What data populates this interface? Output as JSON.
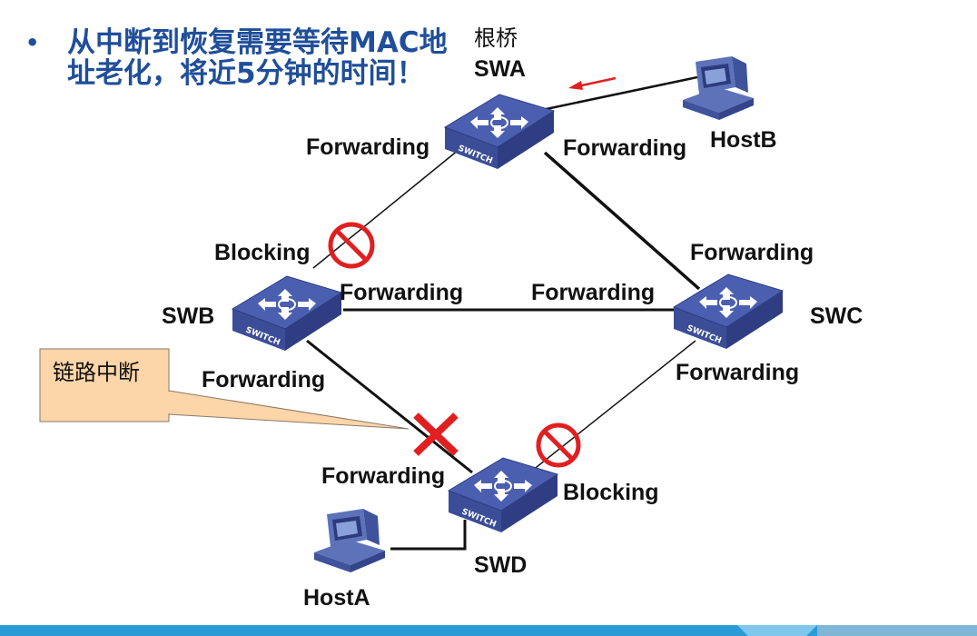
{
  "bullet": {
    "marker": "•",
    "text": "从中断到恢复需要等待MAC地址老化，将近5分钟的时间！"
  },
  "diagram": {
    "root_label": "根桥",
    "callout": "链路中断",
    "switch_label": "SWITCH",
    "switches": {
      "swa": "SWA",
      "swb": "SWB",
      "swc": "SWC",
      "swd": "SWD"
    },
    "hosts": {
      "hostb": "HostB",
      "hosta": "HostA"
    },
    "ports": {
      "swa_left": "Forwarding",
      "swa_right": "Forwarding",
      "swb_top": "Blocking",
      "swb_right": "Forwarding",
      "swb_bottom": "Forwarding",
      "swc_top": "Forwarding",
      "swc_left": "Forwarding",
      "swc_bottom": "Forwarding",
      "swd_top": "Forwarding",
      "swd_right": "Blocking"
    }
  },
  "colors": {
    "title": "#1f4e9a",
    "switch": "#4b5fb0",
    "block": "#e02020",
    "callout_fill": "#fcd5a8",
    "footer": "#2a9bd6"
  }
}
